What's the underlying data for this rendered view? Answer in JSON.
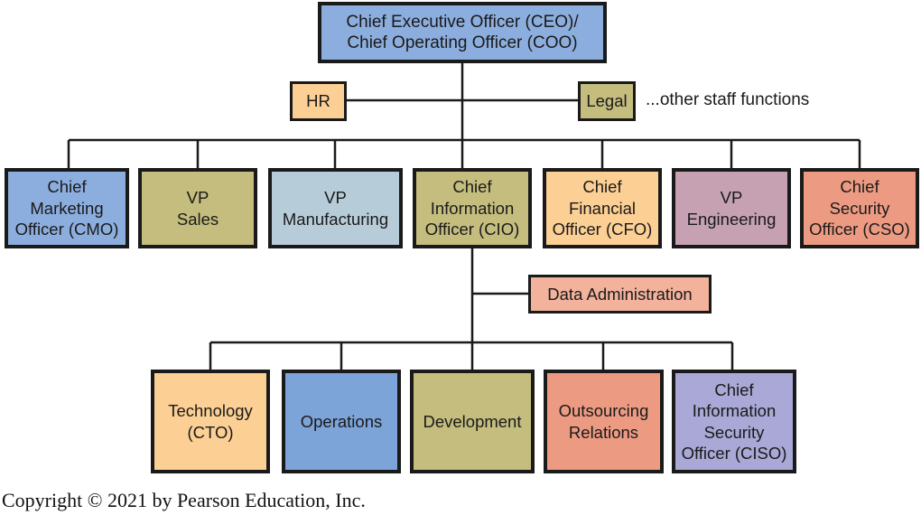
{
  "colors": {
    "blue": "#8caede",
    "olive": "#c4bd7e",
    "lightblue": "#b6cdd9",
    "peach": "#fccf94",
    "mauve": "#c6a1b2",
    "salmon": "#ec9b82",
    "pink": "#f2b29c",
    "ops_blue": "#7da4d8",
    "lavender": "#a9a8d6",
    "line": "#1a1a1a"
  },
  "top": {
    "ceo": "Chief Executive Officer (CEO)/\nChief Operating Officer (COO)"
  },
  "staff": {
    "hr": "HR",
    "legal": "Legal",
    "other": "...other staff functions"
  },
  "executives": [
    {
      "label": "Chief\nMarketing\nOfficer (CMO)"
    },
    {
      "label": "VP\nSales"
    },
    {
      "label": "VP\nManufacturing"
    },
    {
      "label": "Chief\nInformation\nOfficer (CIO)"
    },
    {
      "label": "Chief\nFinancial\nOfficer (CFO)"
    },
    {
      "label": "VP\nEngineering"
    },
    {
      "label": "Chief\nSecurity\nOfficer (CSO)"
    }
  ],
  "cio_staff": {
    "data_admin": "Data Administration"
  },
  "it_units": [
    {
      "label": "Technology\n(CTO)"
    },
    {
      "label": "Operations"
    },
    {
      "label": "Development"
    },
    {
      "label": "Outsourcing\nRelations"
    },
    {
      "label": "Chief\nInformation\nSecurity\nOfficer (CISO)"
    }
  ],
  "footer": {
    "copyright": "Copyright © 2021 by Pearson Education, Inc."
  }
}
